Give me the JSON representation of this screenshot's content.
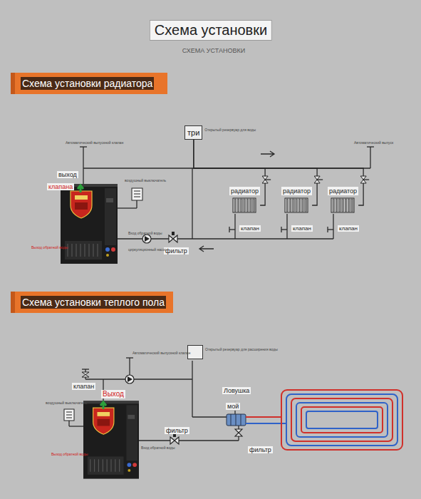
{
  "diagram": {
    "title": "Схема установки",
    "nodes": [
      {
        "text": [
          "Схема установки радиатора"
        ]
      },
      {
        "text": [
          "три",
          "Открытый резервуар для воды"
        ]
      },
      {
        "text": [
          "радиатор"
        ]
      },
      {
        "text": [
          "радиатор"
        ]
      },
      {
        "text": [
          "радиатор"
        ]
      },
      {
        "text": [
          "Схема установки теплого пола"
        ]
      },
      {
        "text": [
          "Открытый резервуар для расширения воды"
        ]
      }
    ],
    "edges": [
      {
        "from": 1,
        "to": 2,
        "arrow": "none"
      },
      {
        "from": 1,
        "to": 3,
        "arrow": "none"
      },
      {
        "from": 1,
        "to": 4,
        "arrow": "none"
      }
    ],
    "labels": [
      "СХЕМА УСТАНОВКИ",
      "Автоматический выпускной клапан",
      "Автоматический выпуск",
      "выход",
      "клапана",
      "воздушный выключатель",
      "клапан",
      "клапан",
      "клапан",
      "фильтр",
      "Выход обратной воды",
      "Вход обратной воды",
      "циркуляционный насос",
      "Автоматический выпускной клапан",
      "клапан",
      "Выход",
      "воздушный выключатель",
      "Ловушка",
      "мой",
      "фильтр",
      "фильтр",
      "Выход обратной воды",
      "Вход обратной воды"
    ]
  }
}
